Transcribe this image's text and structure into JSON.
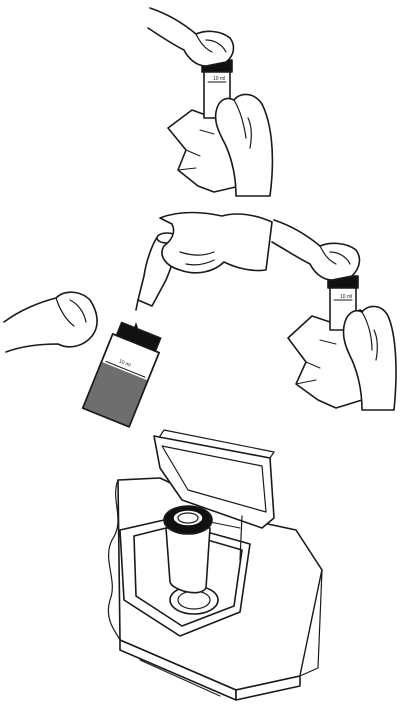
{
  "labels": {
    "vial_top_mark": "10 ml",
    "vial_left_mark": "10 ml",
    "vial_right_mark": "10 ml"
  },
  "colors": {
    "line": "#1a1a1a",
    "liquid": "#6e6e6e",
    "cap": "#111111",
    "background": "#ffffff"
  },
  "icons": {
    "step1": "wipe-vial-icon",
    "step2": "add-drops-icon",
    "step3": "wipe-vial-icon",
    "step4": "insert-vial-instrument-icon"
  }
}
